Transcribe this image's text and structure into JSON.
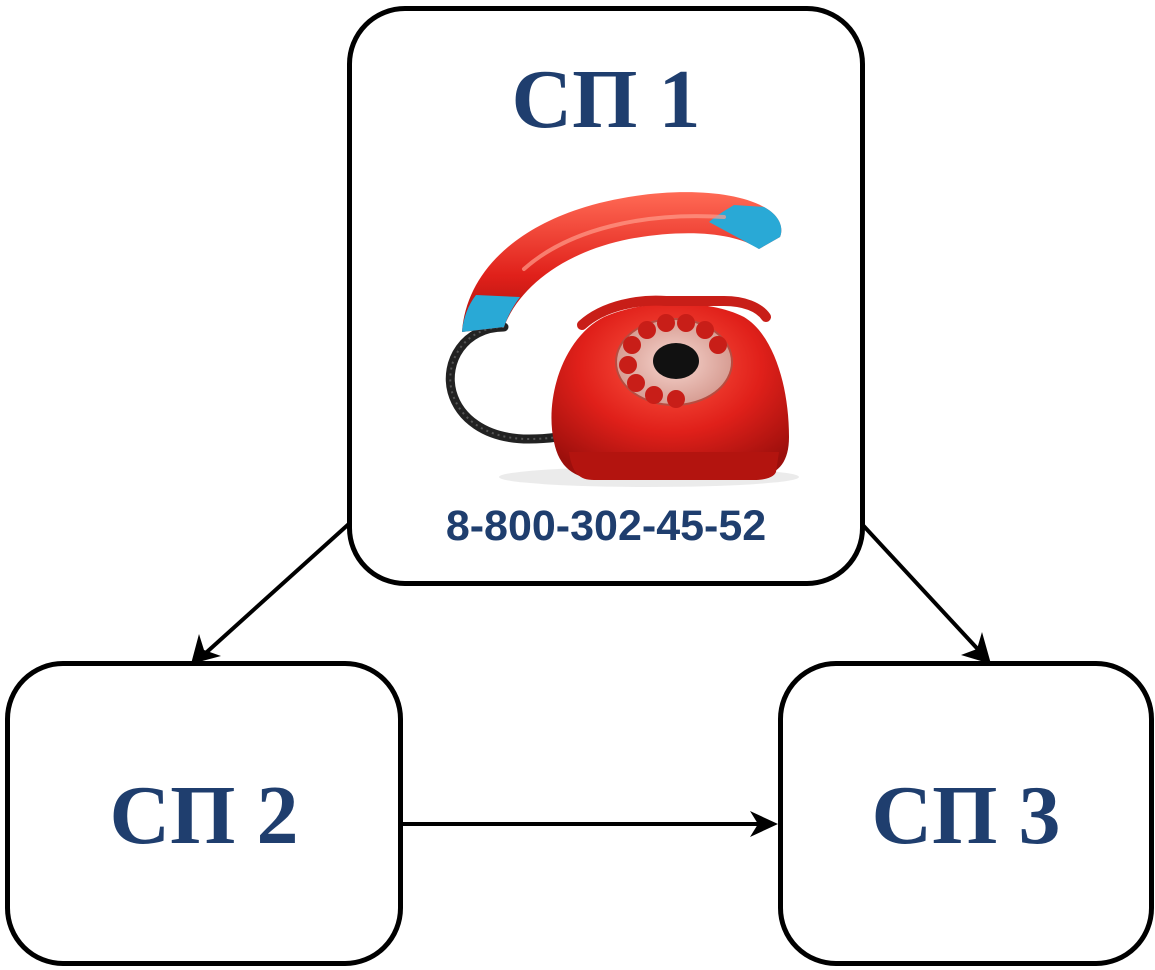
{
  "nodes": {
    "sp1": {
      "label": "СП 1",
      "phone": "8-800-302-45-52",
      "icon": "rotary-telephone-icon"
    },
    "sp2": {
      "label": "СП 2"
    },
    "sp3": {
      "label": "СП 3"
    }
  },
  "edges": [
    {
      "from": "sp1",
      "to": "sp2"
    },
    {
      "from": "sp1",
      "to": "sp3"
    },
    {
      "from": "sp2",
      "to": "sp3"
    }
  ],
  "colors": {
    "text": "#1f3e6e",
    "stroke": "#000000",
    "phone_body": "#e0201a",
    "handset_grip": "#29a9d6",
    "cord": "#222222"
  }
}
